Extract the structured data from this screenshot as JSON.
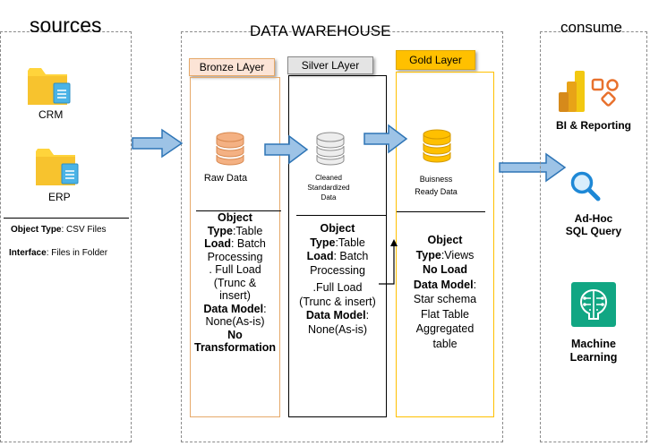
{
  "sources": {
    "title": "sources",
    "items": [
      {
        "label": "CRM",
        "icon": "folder-icon"
      },
      {
        "label": "ERP",
        "icon": "folder-icon"
      }
    ],
    "object_type_label": "Object Type",
    "object_type_value": ": CSV Files",
    "interface_label": "Interface",
    "interface_value": ": Files in Folder"
  },
  "warehouse": {
    "title": "DATA WAREHOUSE",
    "bronze": {
      "tab": "Bronze LAyer",
      "data_label": "Raw Data",
      "object_type_label": "Object",
      "object_type_label2": "Type",
      "object_type_value": ":Table",
      "load_label": "Load",
      "load_value": ": Batch",
      "load_value2": "Processing",
      "full_load_1": ". Full Load",
      "full_load_2": "(Trunc &",
      "full_load_3": "insert)",
      "data_model_label": "Data Model",
      "data_model_colon": ":",
      "data_model_value": "None(As-is)",
      "no_transform_1": "No",
      "no_transform_2": "Transformation"
    },
    "silver": {
      "tab": "Silver LAyer",
      "data_label_1": "Cleaned",
      "data_label_2": "Standardized",
      "data_label_3": "Data",
      "object_type_label": "Object",
      "object_type_label2": "Type",
      "object_type_value": ":Table",
      "load_label": "Load",
      "load_value": ": Batch",
      "load_value2": "Processing",
      "full_load_1": ".Full Load",
      "full_load_2": "(Trunc & insert)",
      "data_model_label": "Data Model",
      "data_model_colon": ":",
      "data_model_value": "None(As-is)"
    },
    "gold": {
      "tab": "Gold Layer",
      "data_label_1": "Buisness",
      "data_label_2": "Ready Data",
      "object_type_label": "Object",
      "object_type_label2": "Type",
      "object_type_value": ":Views",
      "no_load": "No Load",
      "data_model_label": "Data Model",
      "data_model_colon": ":",
      "model_1": "Star schema",
      "model_2": "Flat Table",
      "model_3": "Aggregated",
      "model_4": "table"
    }
  },
  "consume": {
    "title": "consume",
    "items": [
      {
        "label": "BI & Reporting",
        "icon": "power-bi-icon"
      },
      {
        "label_1": "Ad-Hoc",
        "label_2": "SQL Query",
        "icon": "magnifier-icon"
      },
      {
        "label_1": "Machine",
        "label_2": "Learning",
        "icon": "brain-chip-icon"
      }
    ]
  },
  "colors": {
    "bronze_tab": "#fce4d6",
    "bronze_border": "#e6a96a",
    "silver_tab": "#e4e4e4",
    "gold_tab": "#ffc000",
    "gold_border": "#ffc000",
    "arrow_fill": "#9dc3e6",
    "arrow_stroke": "#2e75b6",
    "folder": "#ffd43b",
    "ml_icon": "#11a683"
  }
}
